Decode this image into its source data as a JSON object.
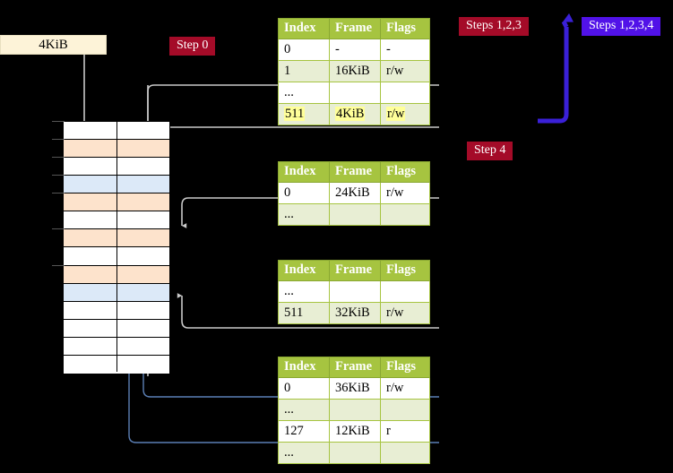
{
  "labels": {
    "size_box": "4KiB",
    "step0": "Step 0",
    "steps123": "Steps 1,2,3",
    "step4": "Step 4",
    "steps1234": "Steps 1,2,3,4"
  },
  "colors": {
    "badge_crimson": "#a40b28",
    "badge_violet": "#5112e8",
    "table_header": "#a6c440",
    "table_alt_row": "#e8eed4",
    "highlight": "#ffff99",
    "mem_peach": "#fde3cc",
    "mem_sky": "#dce9f8",
    "size_box": "#fdf3d8",
    "wire_gray": "#b9b9b9",
    "wire_blue": "#5b7fb5",
    "bracket": "#3a20d8",
    "background": "#000000"
  },
  "tables": [
    {
      "id": "l4",
      "name": "page-table-level-4",
      "headers": [
        "Index",
        "Frame",
        "Flags"
      ],
      "rows": [
        {
          "cells": [
            "0",
            "-",
            "-"
          ],
          "shade": "plain",
          "highlight": false
        },
        {
          "cells": [
            "1",
            "16KiB",
            "r/w"
          ],
          "shade": "alt",
          "highlight": false
        },
        {
          "cells": [
            "...",
            "",
            ""
          ],
          "shade": "plain",
          "highlight": false
        },
        {
          "cells": [
            "511",
            "4KiB",
            "r/w"
          ],
          "shade": "alt",
          "highlight": true
        }
      ]
    },
    {
      "id": "l3",
      "name": "page-table-level-3",
      "headers": [
        "Index",
        "Frame",
        "Flags"
      ],
      "rows": [
        {
          "cells": [
            "0",
            "24KiB",
            "r/w"
          ],
          "shade": "plain",
          "highlight": false
        },
        {
          "cells": [
            "...",
            "",
            ""
          ],
          "shade": "alt",
          "highlight": false
        }
      ]
    },
    {
      "id": "l2",
      "name": "page-table-level-2",
      "headers": [
        "Index",
        "Frame",
        "Flags"
      ],
      "rows": [
        {
          "cells": [
            "...",
            "",
            ""
          ],
          "shade": "plain",
          "highlight": false
        },
        {
          "cells": [
            "511",
            "32KiB",
            "r/w"
          ],
          "shade": "alt",
          "highlight": false
        }
      ]
    },
    {
      "id": "l1",
      "name": "page-table-level-1",
      "headers": [
        "Index",
        "Frame",
        "Flags"
      ],
      "rows": [
        {
          "cells": [
            "0",
            "36KiB",
            "r/w"
          ],
          "shade": "plain",
          "highlight": false
        },
        {
          "cells": [
            "...",
            "",
            ""
          ],
          "shade": "alt",
          "highlight": false
        },
        {
          "cells": [
            "127",
            "12KiB",
            "r"
          ],
          "shade": "plain",
          "highlight": false
        },
        {
          "cells": [
            "...",
            "",
            ""
          ],
          "shade": "alt",
          "highlight": false
        }
      ]
    }
  ],
  "memory_rows": [
    {
      "fill": "white"
    },
    {
      "fill": "peach"
    },
    {
      "fill": "white"
    },
    {
      "fill": "sky"
    },
    {
      "fill": "peach"
    },
    {
      "fill": "white"
    },
    {
      "fill": "peach"
    },
    {
      "fill": "white"
    },
    {
      "fill": "peach"
    },
    {
      "fill": "sky"
    },
    {
      "fill": "white"
    },
    {
      "fill": "white"
    },
    {
      "fill": "white"
    },
    {
      "fill": "white"
    }
  ],
  "memory_ticks": [
    0,
    1,
    2,
    3,
    4,
    6,
    8
  ]
}
